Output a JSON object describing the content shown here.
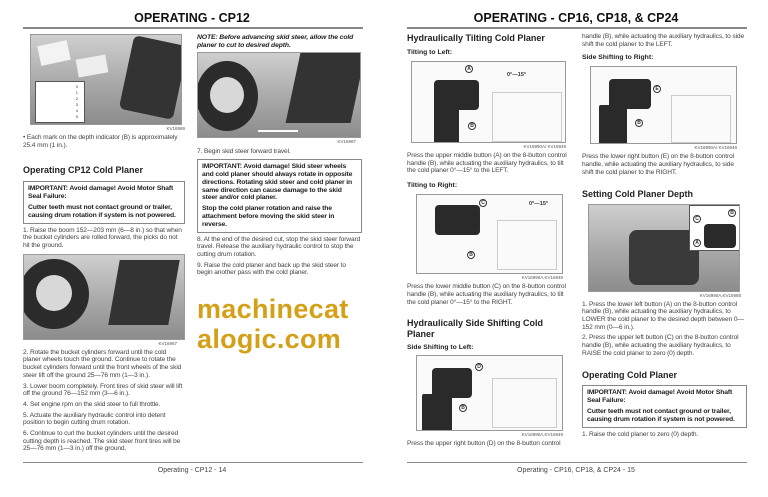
{
  "left_page": {
    "title": "OPERATING - CP12",
    "figure1_caption": "KV16989",
    "bullet": "Each mark on the depth indicator (B) is approximately 25.4 mm (1 in.).",
    "section_heading": "Operating CP12 Cold Planer",
    "important1": {
      "line1": "IMPORTANT: Avoid damage! Avoid Motor Shaft Seal Failure:",
      "line2": "Cutter teeth must not contact ground or trailer, causing drum rotation if system is not powered."
    },
    "step1": "1.  Raise the boom 152—203 mm (6—8 in.) so that when the bucket cylinders are rolled forward, the picks do not hit the ground.",
    "figure2_caption": "KV16987",
    "step2": "2.  Rotate the bucket cylinders forward until the cold planer wheels touch the ground. Continue to rotate the bucket cylinders forward until the front wheels of the skid steer lift off the ground 25—76 mm (1—3 in.).",
    "step3": "3.  Lower boom completely. Front tires of skid steer will lift off the ground 76—152 mm (3—6 in.).",
    "step4": "4.  Set engine rpm on the skid steer to full throttle.",
    "step5": "5.  Actuate the auxiliary hydraulic control into detent position to begin cutting drum rotation.",
    "step6": "6.  Continue to curl the bucket cylinders until the desired cutting depth is reached. The skid steer front tires will be 25—76 mm (1—3 in.) off the ground.",
    "note": "NOTE: Before advancing skid steer, allow the cold planer to cut to desired depth.",
    "figure3_caption": "KV16987",
    "step7": "7.  Begin skid steer forward travel.",
    "important2": {
      "line1": "IMPORTANT: Avoid damage!  Skid steer wheels and cold planer should always rotate in opposite directions. Rotating skid steer and cold planer in same direction can cause damage to the skid steer and/or cold planer.",
      "line2": "Stop the cold planer rotation and raise the attachment before moving the skid steer in reverse."
    },
    "step8": "8.  At the end of the desired cut, stop the skid steer forward travel. Release the auxiliary hydraulic control to stop the cutting drum rotation.",
    "step9": "9.  Raise the cold planer and back up the skid steer to begin another pass with the cold planer.",
    "footer": "Operating - CP12 - 14",
    "depth_marks": [
      "0",
      "1",
      "2",
      "3",
      "4",
      "5"
    ]
  },
  "right_page": {
    "title": "OPERATING - CP16, CP18, & CP24",
    "tilt_heading": "Hydraulically Tilting Cold Planer",
    "tilt_left_heading": "Tilting to Left:",
    "tilt_left_angle": "0°—15°",
    "tilt_left_caption": "KV16990A/ KV16949",
    "tilt_left_text": "Press the upper middle button (A) on the 8-button control handle (B), while actuating the auxiliary hydraulics, to tilt the cold planer 0°—15° to the LEFT.",
    "tilt_right_heading": "Tilting to Right:",
    "tilt_right_angle": "0°—15°",
    "tilt_right_caption": "KV16990A,KV16949",
    "tilt_right_text": "Press the lower middle button (C) on the 8-button control handle (B), while actuating the auxiliary hydraulics, to tilt the cold planer 0°—15° to the RIGHT.",
    "shift_heading": "Hydraulically Side Shifting Cold Planer",
    "shift_left_heading": "Side Shifting to Left:",
    "shift_left_caption": "KV16990A,KV16949",
    "shift_left_text": "Press the upper right button (D) on the 8-button control",
    "shift_left_text_cont": "handle (B), while actuating the auxiliary hydraulics, to side shift the cold planer to the LEFT.",
    "shift_right_heading": "Side Shifting to Right:",
    "shift_right_caption": "KV16990A/ KV16949",
    "shift_right_text": "Press the lower right button (E) on the 8-button control handle, while actuating the auxiliary hydraulics, to side shift the cold planer to the RIGHT.",
    "depth_heading": "Setting Cold Planer Depth",
    "depth_caption": "KV16990A,KV16988",
    "depth_step1": "1.  Press the lower left button (A) on the 8-button control handle (B), while actuating the auxiliary hydraulics, to LOWER the cold planer to the desired depth between 0—152 mm (0—6 in.).",
    "depth_step2": "2.  Press the upper left button (C) on the 8-button control handle (B), while actuating the auxiliary hydraulics, to RAISE the cold planer to zero (0) depth.",
    "operating_heading": "Operating Cold Planer",
    "important": {
      "line1": "IMPORTANT: Avoid damage! Avoid Motor Shaft Seal Failure:",
      "line2": "Cutter teeth must not contact ground or trailer, causing drum rotation if system is not powered."
    },
    "op_step1": "1.  Raise the cold planer to zero (0) depth.",
    "footer": "Operating - CP16, CP18, & CP24 - 15",
    "labels": {
      "a": "A",
      "b": "B",
      "c": "C",
      "d": "D",
      "e": "E"
    }
  },
  "watermark": "machinecatalogic.com",
  "colors": {
    "watermark": "#d4a017",
    "rule": "#888888"
  }
}
